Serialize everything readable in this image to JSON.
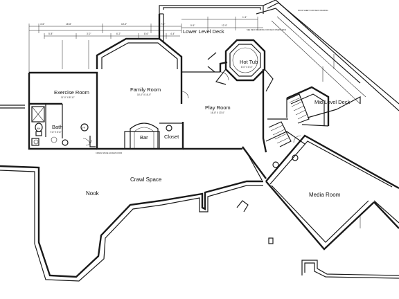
{
  "rooms": {
    "lower_level_deck": "Lower Level Deck",
    "hot_tub": "Hot Tub",
    "exercise_room": "Exercise Room",
    "family_room": "Family Room",
    "play_room": "Play Room",
    "bath": "Bath",
    "bar": "Bar",
    "closet": "Closet",
    "mid_level_deck": "Mid Level Deck",
    "crawl_space": "Crawl Space",
    "nook": "Nook",
    "media_room": "Media Room"
  },
  "room_sizes": {
    "exercise_room": "11'-0\" X 8'-11\"",
    "family_room": "16'-0\" X 16'-0\"",
    "play_room": "16'-8\" X 13'-0\"",
    "bath": "7'-8\" X 5'-6\"",
    "hot_tub": "8'-0\" X 8'-0\""
  },
  "notes": {
    "top_right": "ROOF SHEET FOR DECK FRAMING",
    "under_deck": "SEE DECK FRAMING FOR DECK DIMENSIONS",
    "crawl_access": "CRAWL SPACE ACCESS DOOR"
  },
  "dimensions": {
    "top": [
      "4'-6\"",
      "18'-8\"",
      "18'-5\"",
      "7'-0\"",
      "5'-6\"",
      "12'-0\"",
      "1'-4\""
    ],
    "top_second": [
      "5'-8\"",
      "3'-0\"",
      "6'-2\"",
      "8'-6\"",
      "4'-4\""
    ]
  },
  "symbols": {
    "wh": "WH",
    "fp": "FP"
  }
}
